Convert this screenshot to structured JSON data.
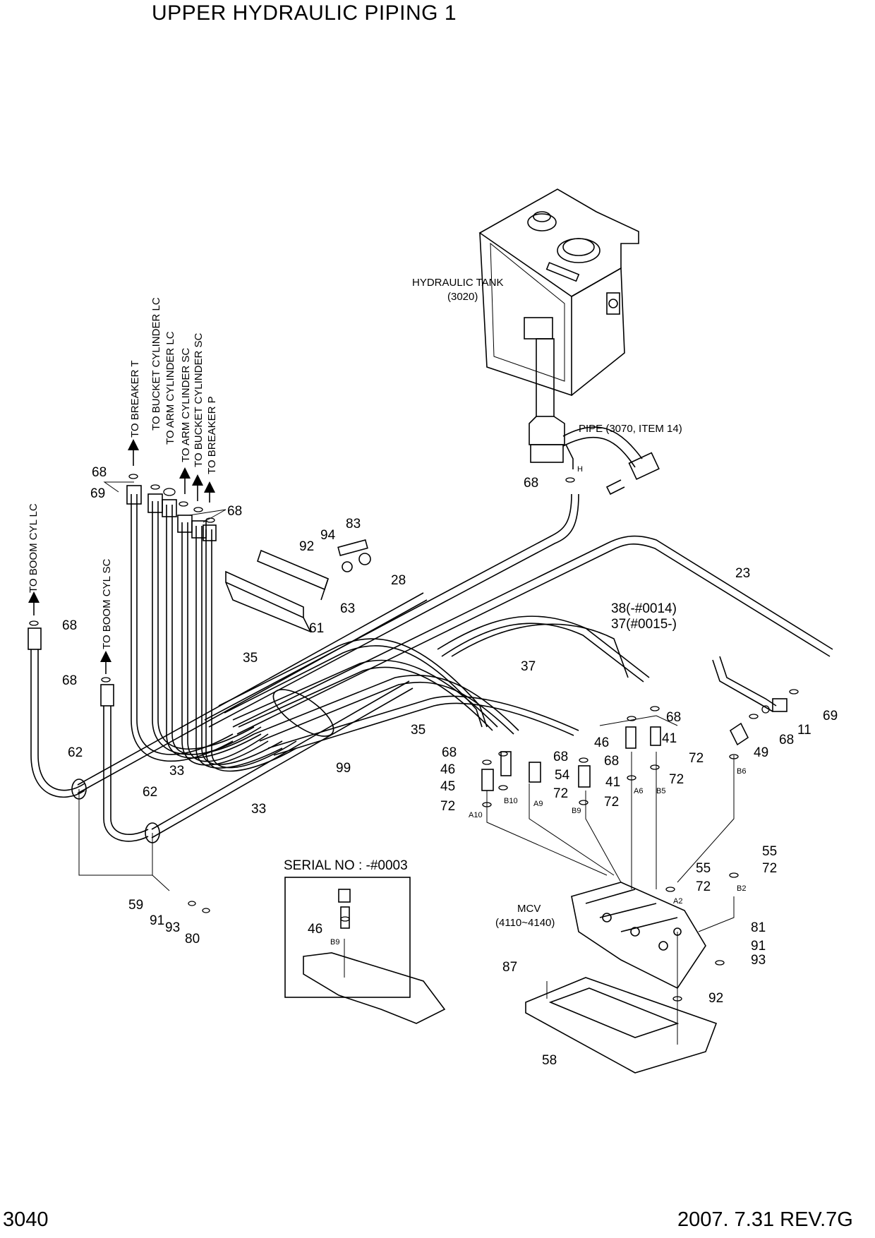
{
  "title": "UPPER HYDRAULIC PIPING 1",
  "footer": {
    "page": "3040",
    "date_rev": "2007. 7.31  REV.7G"
  },
  "destinations": {
    "boom_cyl_lc": "TO BOOM CYL LC",
    "boom_cyl_sc": "TO BOOM CYL SC",
    "breaker_t": "TO BREAKER T",
    "bucket_lc": "TO BUCKET CYLINDER LC",
    "arm_lc": "TO ARM CYLINDER LC",
    "arm_sc": "TO ARM CYLINDER SC",
    "bucket_sc": "TO BUCKET CYLINDER SC",
    "breaker_p": "TO BREAKER P"
  },
  "components": {
    "tank_name": "HYDRAULIC TANK",
    "tank_ref": "(3020)",
    "pipe_ref": "PIPE (3070, ITEM 14)",
    "mcv_name": "MCV",
    "mcv_ref": "(4110~4140)",
    "serial_note": "SERIAL NO : -#0003"
  },
  "ports": {
    "h": "H",
    "a10": "A10",
    "b10": "B10",
    "a9": "A9",
    "b9": "B9",
    "a6": "A6",
    "b5": "B5",
    "b6": "B6",
    "a2": "A2",
    "b2": "B2",
    "b9_inset": "B9"
  },
  "parts": {
    "p11": "11",
    "p23": "23",
    "p28": "28",
    "p33": "33",
    "p35": "35",
    "p37": "37",
    "p37_38a": "38(-#0014)",
    "p37_38b": "37(#0015-)",
    "p41": "41",
    "p45": "45",
    "p46": "46",
    "p49": "49",
    "p54": "54",
    "p55": "55",
    "p58": "58",
    "p59": "59",
    "p61": "61",
    "p62": "62",
    "p63": "63",
    "p68": "68",
    "p69": "69",
    "p72": "72",
    "p80": "80",
    "p81": "81",
    "p83": "83",
    "p87": "87",
    "p91": "91",
    "p92": "92",
    "p93": "93",
    "p94": "94",
    "p99": "99"
  }
}
